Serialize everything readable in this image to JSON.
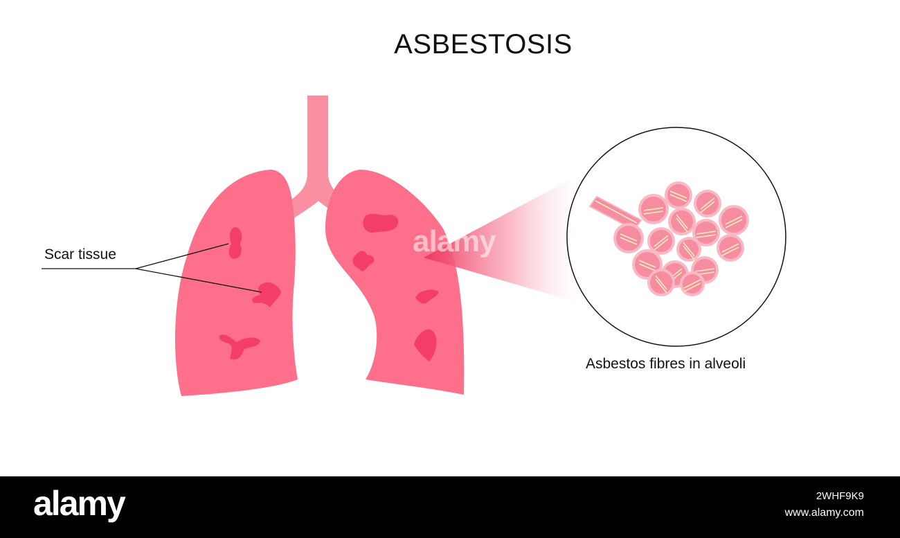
{
  "title": "ASBESTOSIS",
  "labels": {
    "scar_tissue": "Scar tissue",
    "fibres": "Asbestos fibres in alveoli"
  },
  "watermark": "alamy",
  "footer": {
    "logo": "alamy",
    "image_id": "2WHF9K9",
    "site": "www.alamy.com"
  },
  "colors": {
    "lung": "#fd6f8a",
    "trachea": "#f98fa1",
    "scar": "#f43d6a",
    "alveolus": "#f68ca0",
    "fibre": "#f7efc0",
    "footer_bg": "#000000"
  }
}
